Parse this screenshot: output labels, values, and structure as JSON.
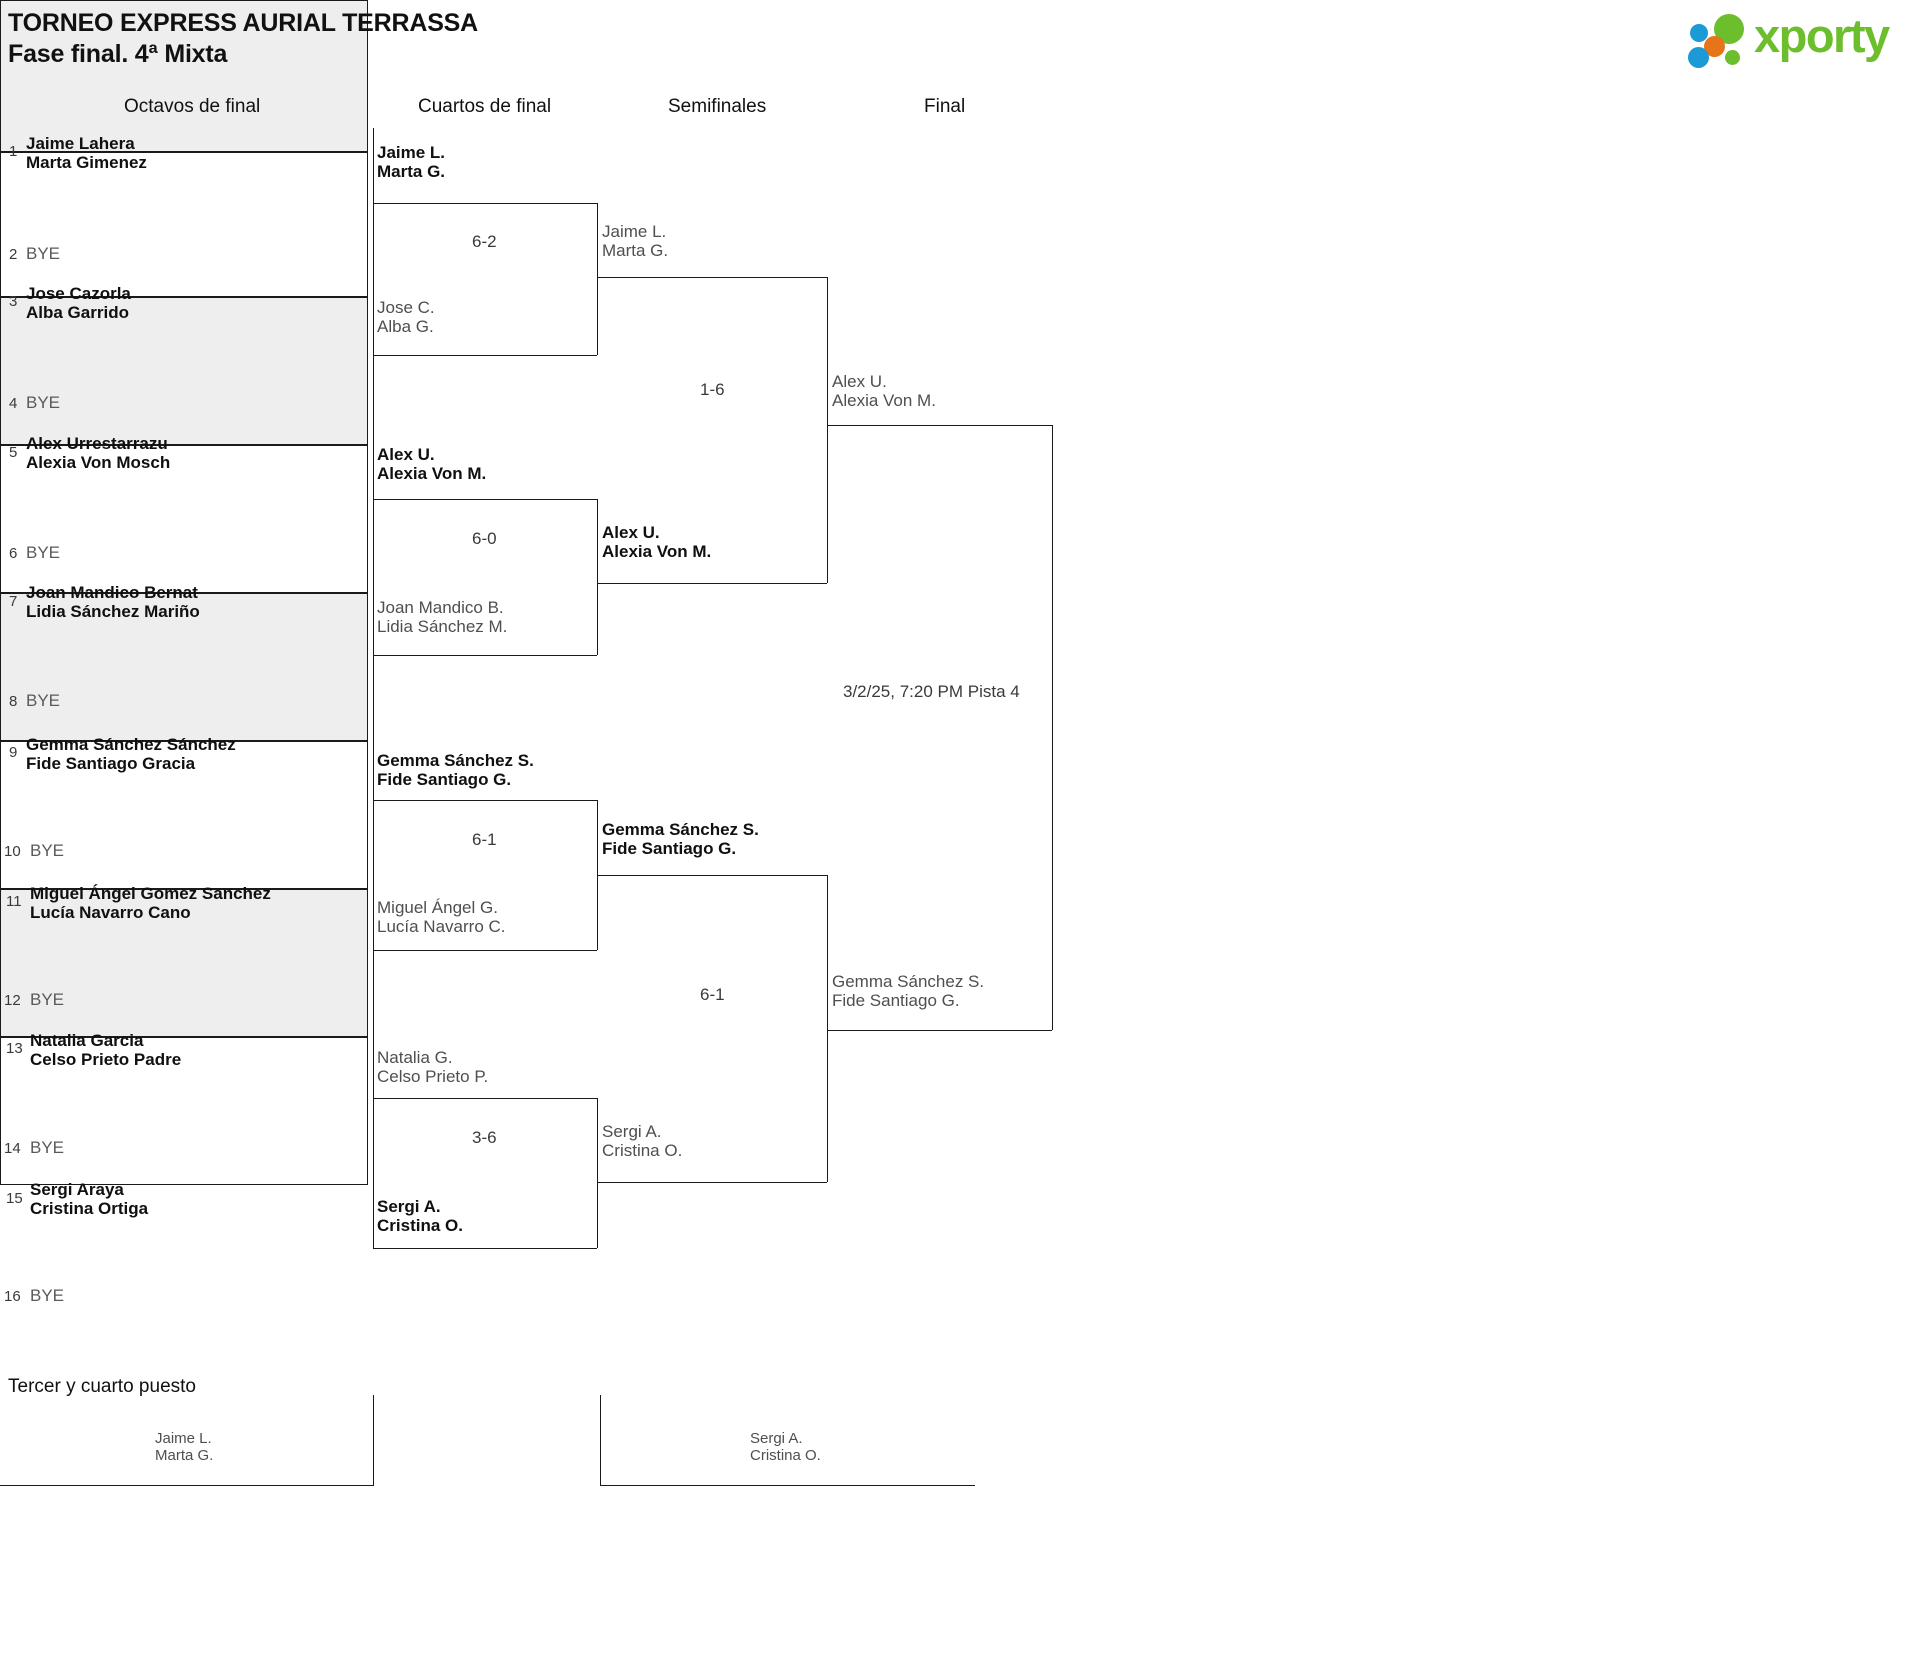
{
  "header": {
    "tournament_title": "TORNEO EXPRESS AURIAL TERRASSA",
    "phase_title": "Fase final. 4ª Mixta",
    "logo_text": "xporty",
    "brand_colors": {
      "green": "#6cbe2c",
      "blue": "#1b9ad6",
      "orange": "#e8741a"
    }
  },
  "rounds": [
    {
      "label": "Octavos de final"
    },
    {
      "label": "Cuartos de final"
    },
    {
      "label": "Semifinales"
    },
    {
      "label": "Final"
    }
  ],
  "round16": [
    {
      "seed": "1",
      "p1": "Jaime Lahera",
      "p2": "Marta Gimenez"
    },
    {
      "seed": "2",
      "bye": "BYE"
    },
    {
      "seed": "3",
      "p1": "Jose Cazorla",
      "p2": "Alba Garrido"
    },
    {
      "seed": "4",
      "bye": "BYE"
    },
    {
      "seed": "5",
      "p1": "Alex Urrestarrazu",
      "p2": "Alexia Von Mosch"
    },
    {
      "seed": "6",
      "bye": "BYE"
    },
    {
      "seed": "7",
      "p1": "Joan Mandico Bernat",
      "p2": "Lidia Sánchez Mariño"
    },
    {
      "seed": "8",
      "bye": "BYE"
    },
    {
      "seed": "9",
      "p1": "Gemma Sánchez Sánchez",
      "p2": "Fide Santiago Gracia"
    },
    {
      "seed": "10",
      "bye": "BYE"
    },
    {
      "seed": "11",
      "p1": "Miguel Ángel Gomez Sanchez",
      "p2": "Lucía Navarro Cano"
    },
    {
      "seed": "12",
      "bye": "BYE"
    },
    {
      "seed": "13",
      "p1": "Natalia Garcia",
      "p2": "Celso Prieto Padre"
    },
    {
      "seed": "14",
      "bye": "BYE"
    },
    {
      "seed": "15",
      "p1": "Sergi Araya",
      "p2": "Cristina Ortiga"
    },
    {
      "seed": "16",
      "bye": "BYE"
    }
  ],
  "quarterfinals": [
    {
      "top_p1": "Jaime L.",
      "top_p2": "Marta G.",
      "top_state": "winner",
      "bot_p1": "Jose C.",
      "bot_p2": "Alba G.",
      "bot_state": "loser",
      "score": "6-2"
    },
    {
      "top_p1": "Alex U.",
      "top_p2": "Alexia Von M.",
      "top_state": "winner",
      "bot_p1": "Joan Mandico B.",
      "bot_p2": "Lidia Sánchez M.",
      "bot_state": "loser",
      "score": "6-0"
    },
    {
      "top_p1": "Gemma Sánchez S.",
      "top_p2": "Fide Santiago G.",
      "top_state": "winner",
      "bot_p1": "Miguel Ángel G.",
      "bot_p2": "Lucía Navarro C.",
      "bot_state": "loser",
      "score": "6-1"
    },
    {
      "top_p1": "Natalia G.",
      "top_p2": "Celso Prieto P.",
      "top_state": "loser",
      "bot_p1": "Sergi A.",
      "bot_p2": "Cristina O.",
      "bot_state": "winner",
      "score": "3-6"
    }
  ],
  "semifinals": [
    {
      "top_p1": "Jaime L.",
      "top_p2": "Marta G.",
      "top_state": "loser",
      "bot_p1": "Alex U.",
      "bot_p2": "Alexia Von M.",
      "bot_state": "winner",
      "score": "1-6"
    },
    {
      "top_p1": "Gemma Sánchez S.",
      "top_p2": "Fide Santiago G.",
      "top_state": "winner",
      "bot_p1": "Sergi A.",
      "bot_p2": "Cristina O.",
      "bot_state": "loser",
      "score": "6-1"
    }
  ],
  "final": {
    "top_p1": "Alex U.",
    "top_p2": "Alexia Von M.",
    "top_state": "pending",
    "bot_p1": "Gemma Sánchez S.",
    "bot_p2": "Fide Santiago G.",
    "bot_state": "pending",
    "schedule": "3/2/25, 7:20 PM Pista 4"
  },
  "third_place": {
    "title": "Tercer y cuarto puesto",
    "left_p1": "Jaime L.",
    "left_p2": "Marta G.",
    "right_p1": "Sergi A.",
    "right_p2": "Cristina O."
  }
}
